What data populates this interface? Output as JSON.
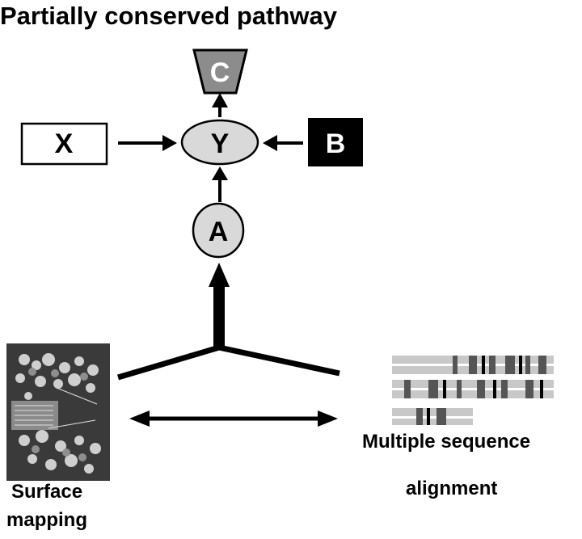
{
  "title": "Partially conserved pathway",
  "nodes": {
    "c": {
      "label": "C",
      "fill": "#8c8c8c",
      "text_color": "#ffffff"
    },
    "x": {
      "label": "X",
      "fill": "#ffffff",
      "text_color": "#000000"
    },
    "y": {
      "label": "Y",
      "fill": "#d9d9d9",
      "text_color": "#000000"
    },
    "b": {
      "label": "B",
      "fill": "#000000",
      "text_color": "#ffffff"
    },
    "a": {
      "label": "A",
      "fill": "#d9d9d9",
      "text_color": "#000000"
    }
  },
  "methods": {
    "surface": {
      "line1": "Surface",
      "line2": "mapping"
    },
    "alignment": {
      "line1": "Multiple sequence",
      "line2": "alignment"
    }
  }
}
